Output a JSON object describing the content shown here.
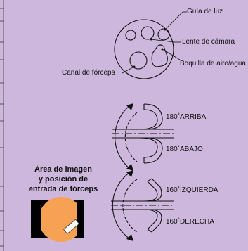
{
  "diagram": {
    "tip_labels": {
      "light_guide": "Guía de luz",
      "camera_lens": "Lente de cámara",
      "forceps_channel": "Canal de fórceps",
      "air_water_nozzle": "Boquilla de aire/agua"
    },
    "angulation": {
      "up": "180˚ARRIBA",
      "down": "180˚ABAJO",
      "left": "160˚IZQUIERDA",
      "right": "160˚DERECHA"
    },
    "image_area": {
      "title_line1": "Área de imagen",
      "title_line2": "y posición de",
      "title_line3": "entrada de fórceps"
    },
    "colors": {
      "background": "#cdb7dd",
      "image_field": "#f7a154",
      "frame": "#000000"
    }
  }
}
